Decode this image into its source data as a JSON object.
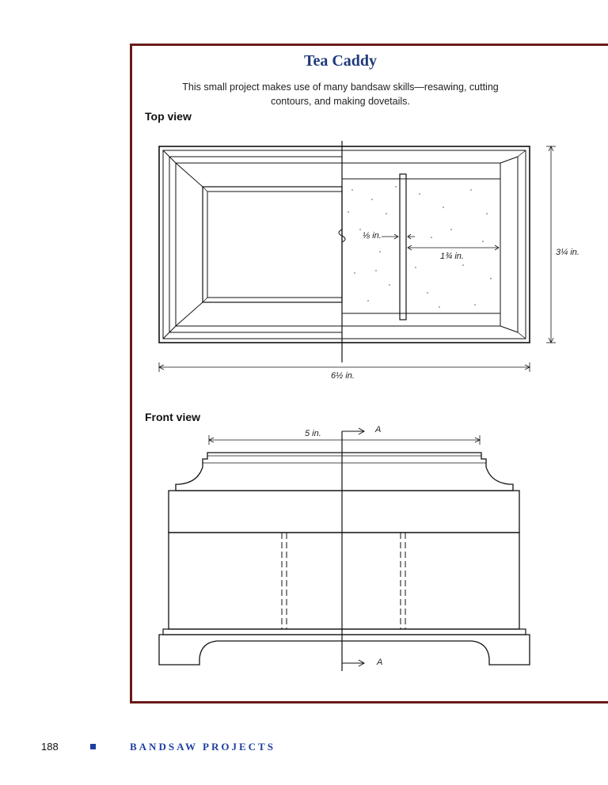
{
  "document": {
    "title": "Tea Caddy",
    "intro": "This small project makes use of many bandsaw skills—resawing, cutting contours, and making dovetails.",
    "top_view": {
      "label": "Top view",
      "dims": {
        "slot": "⅛ in.",
        "divider": "1¾ in.",
        "depth": "3¼ in.",
        "width": "6½ in."
      }
    },
    "front_view": {
      "label": "Front view",
      "dims": {
        "lid_width": "5 in."
      },
      "section_marker": "A"
    }
  },
  "footer": {
    "page_number": "188",
    "section_title": "BANDSAW PROJECTS"
  },
  "colors": {
    "title": "#1f3a7a",
    "frame": "#6b1a1a",
    "footer": "#1f3fa0"
  }
}
